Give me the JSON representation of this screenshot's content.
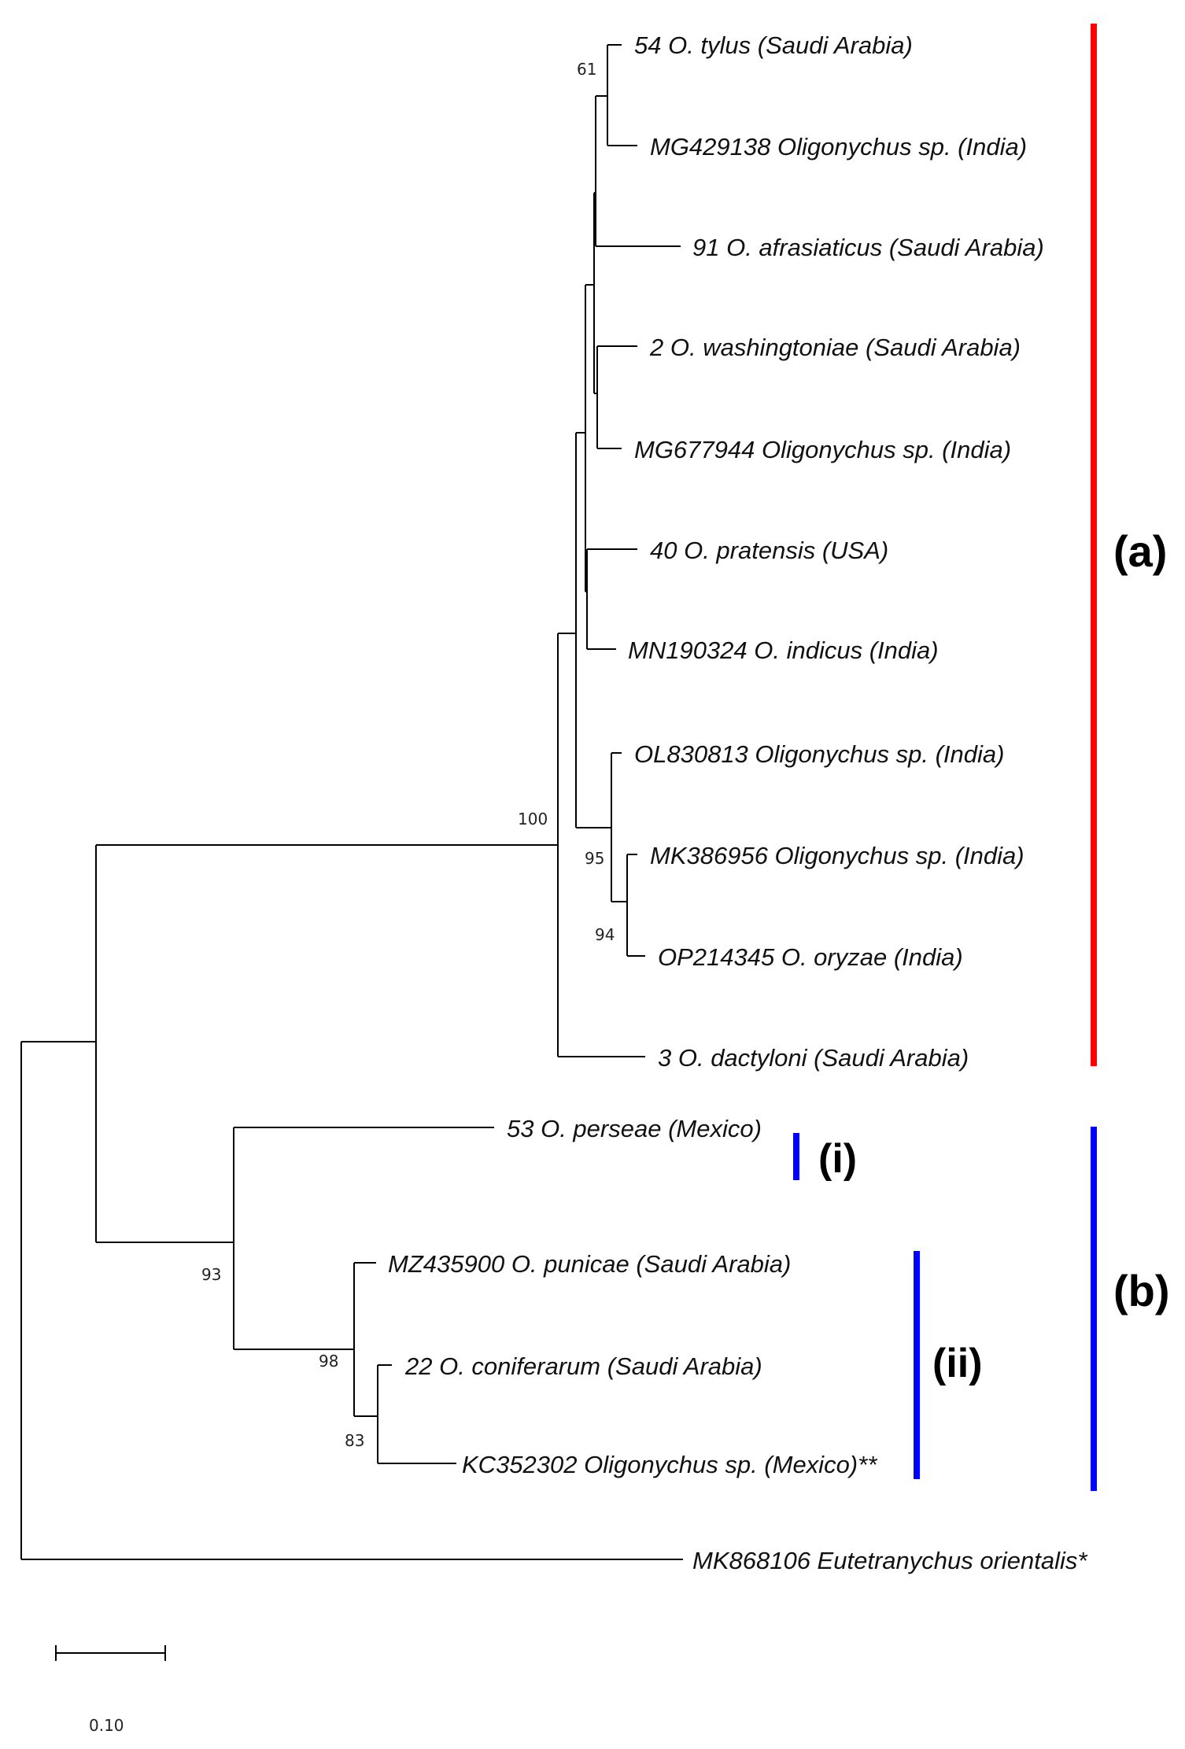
{
  "taxa": [
    "54 O. tylus (Saudi Arabia)",
    "MG429138 Oligonychus sp. (India)",
    "91 O. afrasiaticus (Saudi Arabia)",
    "2 O. washingtoniae (Saudi Arabia)",
    "MG677944 Oligonychus sp. (India)",
    "40 O. pratensis (USA)",
    "MN190324 O. indicus (India)",
    "OL830813 Oligonychus sp. (India)",
    "MK386956 Oligonychus sp. (India)",
    "OP214345 O. oryzae (India)",
    "3 O. dactyloni (Saudi Arabia)",
    "53 O. perseae (Mexico)",
    "MZ435900 O. punicae (Saudi Arabia)",
    "22 O. coniferarum (Saudi Arabia)",
    "KC352302 Oligonychus sp. (Mexico)**",
    "MK868106 Eutetranychus orientalis*"
  ],
  "bootstrap": {
    "b61": "61",
    "b100": "100",
    "b95": "95",
    "b94": "94",
    "b93": "93",
    "b98": "98",
    "b83": "83"
  },
  "clades": {
    "a": {
      "label": "(a)",
      "color": "#ff0000"
    },
    "b": {
      "label": "(b)",
      "color": "#0000ff"
    },
    "i": {
      "label": "(i)",
      "color": "#0000ff"
    },
    "ii": {
      "label": "(ii)",
      "color": "#0000ff"
    }
  },
  "scale_bar": {
    "label": "0.10"
  }
}
